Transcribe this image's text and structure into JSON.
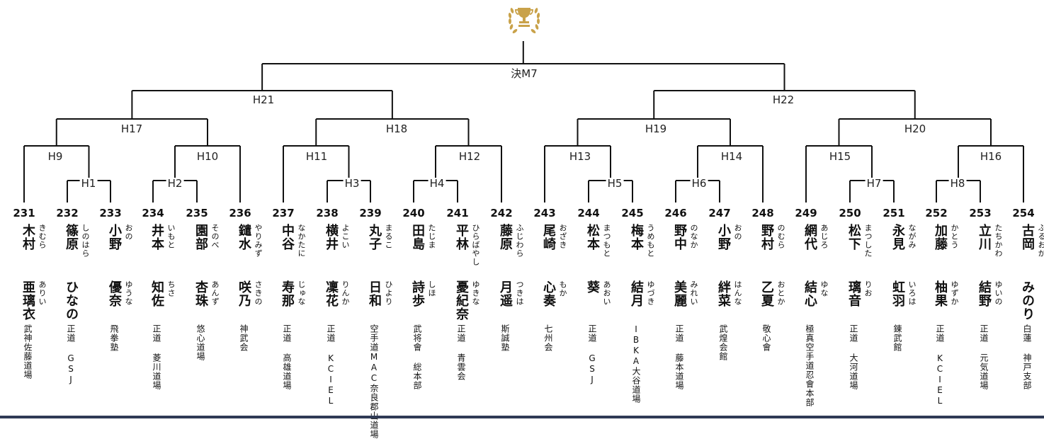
{
  "bracket": {
    "final_label": "決M7",
    "matches": [
      {
        "id": "H1",
        "label": "H1"
      },
      {
        "id": "H2",
        "label": "H2"
      },
      {
        "id": "H3",
        "label": "H3"
      },
      {
        "id": "H4",
        "label": "H4"
      },
      {
        "id": "H5",
        "label": "H5"
      },
      {
        "id": "H6",
        "label": "H6"
      },
      {
        "id": "H7",
        "label": "H7"
      },
      {
        "id": "H8",
        "label": "H8"
      },
      {
        "id": "H9",
        "label": "H9"
      },
      {
        "id": "H10",
        "label": "H10"
      },
      {
        "id": "H11",
        "label": "H11"
      },
      {
        "id": "H12",
        "label": "H12"
      },
      {
        "id": "H13",
        "label": "H13"
      },
      {
        "id": "H14",
        "label": "H14"
      },
      {
        "id": "H15",
        "label": "H15"
      },
      {
        "id": "H16",
        "label": "H16"
      },
      {
        "id": "H17",
        "label": "H17"
      },
      {
        "id": "H18",
        "label": "H18"
      },
      {
        "id": "H19",
        "label": "H19"
      },
      {
        "id": "H20",
        "label": "H20"
      },
      {
        "id": "H21",
        "label": "H21"
      },
      {
        "id": "H22",
        "label": "H22"
      },
      {
        "id": "M7",
        "label": "決M7"
      }
    ],
    "entries": [
      {
        "number": "231",
        "surname": "木村",
        "surname_kana": "きむら",
        "given": "亜璃衣",
        "given_kana": "ありい",
        "dojo": "武神佐藤道場"
      },
      {
        "number": "232",
        "surname": "篠原",
        "surname_kana": "しのはら",
        "given": "ひなの",
        "given_kana": "",
        "dojo": "正道 GSJ"
      },
      {
        "number": "233",
        "surname": "小野",
        "surname_kana": "おの",
        "given": "優奈",
        "given_kana": "ゆうな",
        "dojo": "飛拳塾"
      },
      {
        "number": "234",
        "surname": "井本",
        "surname_kana": "いもと",
        "given": "知佐",
        "given_kana": "ちさ",
        "dojo": "正道 菱川道場"
      },
      {
        "number": "235",
        "surname": "園部",
        "surname_kana": "そのべ",
        "given": "杏珠",
        "given_kana": "あんず",
        "dojo": "悠心道場"
      },
      {
        "number": "236",
        "surname": "鑓水",
        "surname_kana": "やりみず",
        "given": "咲乃",
        "given_kana": "さきの",
        "dojo": "神武会"
      },
      {
        "number": "237",
        "surname": "中谷",
        "surname_kana": "なかたに",
        "given": "寿那",
        "given_kana": "じゅな",
        "dojo": "正道 高雄道場"
      },
      {
        "number": "238",
        "surname": "横井",
        "surname_kana": "よこい",
        "given": "凜花",
        "given_kana": "りんか",
        "dojo": "正道 KCIEL"
      },
      {
        "number": "239",
        "surname": "丸子",
        "surname_kana": "まるこ",
        "given": "日和",
        "given_kana": "ひより",
        "dojo": "空手道MAC奈良郡山道場"
      },
      {
        "number": "240",
        "surname": "田島",
        "surname_kana": "たじま",
        "given": "詩歩",
        "given_kana": "しほ",
        "dojo": "武将會 総本部"
      },
      {
        "number": "241",
        "surname": "平林",
        "surname_kana": "ひらばやし",
        "given": "憂紀奈",
        "given_kana": "ゆきな",
        "dojo": "正道 青雲会"
      },
      {
        "number": "242",
        "surname": "藤原",
        "surname_kana": "ふじわら",
        "given": "月遥",
        "given_kana": "つきは",
        "dojo": "斯誠塾"
      },
      {
        "number": "243",
        "surname": "尾崎",
        "surname_kana": "おざき",
        "given": "心奏",
        "given_kana": "もか",
        "dojo": "七州会"
      },
      {
        "number": "244",
        "surname": "松本",
        "surname_kana": "まつもと",
        "given": "葵",
        "given_kana": "あおい",
        "dojo": "正道 GSJ"
      },
      {
        "number": "245",
        "surname": "梅本",
        "surname_kana": "うめもと",
        "given": "結月",
        "given_kana": "ゆづき",
        "dojo": "IBKA大谷道場"
      },
      {
        "number": "246",
        "surname": "野中",
        "surname_kana": "のなか",
        "given": "美麗",
        "given_kana": "みれい",
        "dojo": "正道 藤本道場"
      },
      {
        "number": "247",
        "surname": "小野",
        "surname_kana": "おの",
        "given": "絆菜",
        "given_kana": "はんな",
        "dojo": "武煌会館"
      },
      {
        "number": "248",
        "surname": "野村",
        "surname_kana": "のむら",
        "given": "乙夏",
        "given_kana": "おとか",
        "dojo": "敬心會"
      },
      {
        "number": "249",
        "surname": "網代",
        "surname_kana": "あじろ",
        "given": "結心",
        "given_kana": "ゆな",
        "dojo": "極真空手道忍會本部"
      },
      {
        "number": "250",
        "surname": "松下",
        "surname_kana": "まつした",
        "given": "璃音",
        "given_kana": "りお",
        "dojo": "正道 大河道場"
      },
      {
        "number": "251",
        "surname": "永見",
        "surname_kana": "ながみ",
        "given": "虹羽",
        "given_kana": "いろは",
        "dojo": "錬武館"
      },
      {
        "number": "252",
        "surname": "加藤",
        "surname_kana": "かとう",
        "given": "柚果",
        "given_kana": "ゆずか",
        "dojo": "正道 KCIEL"
      },
      {
        "number": "253",
        "surname": "立川",
        "surname_kana": "たちかわ",
        "given": "結野",
        "given_kana": "ゆいの",
        "dojo": "正道 元気道場"
      },
      {
        "number": "254",
        "surname": "古岡",
        "surname_kana": "ふるおか",
        "given": "みのり",
        "given_kana": "",
        "dojo": "白蓮 神戸支部"
      }
    ]
  },
  "icons": {
    "trophy": "trophy-laurel-icon"
  },
  "colors": {
    "trophy_gold": "#c9a24a",
    "line": "#111111",
    "bottom_bar": "#2f3a55"
  }
}
